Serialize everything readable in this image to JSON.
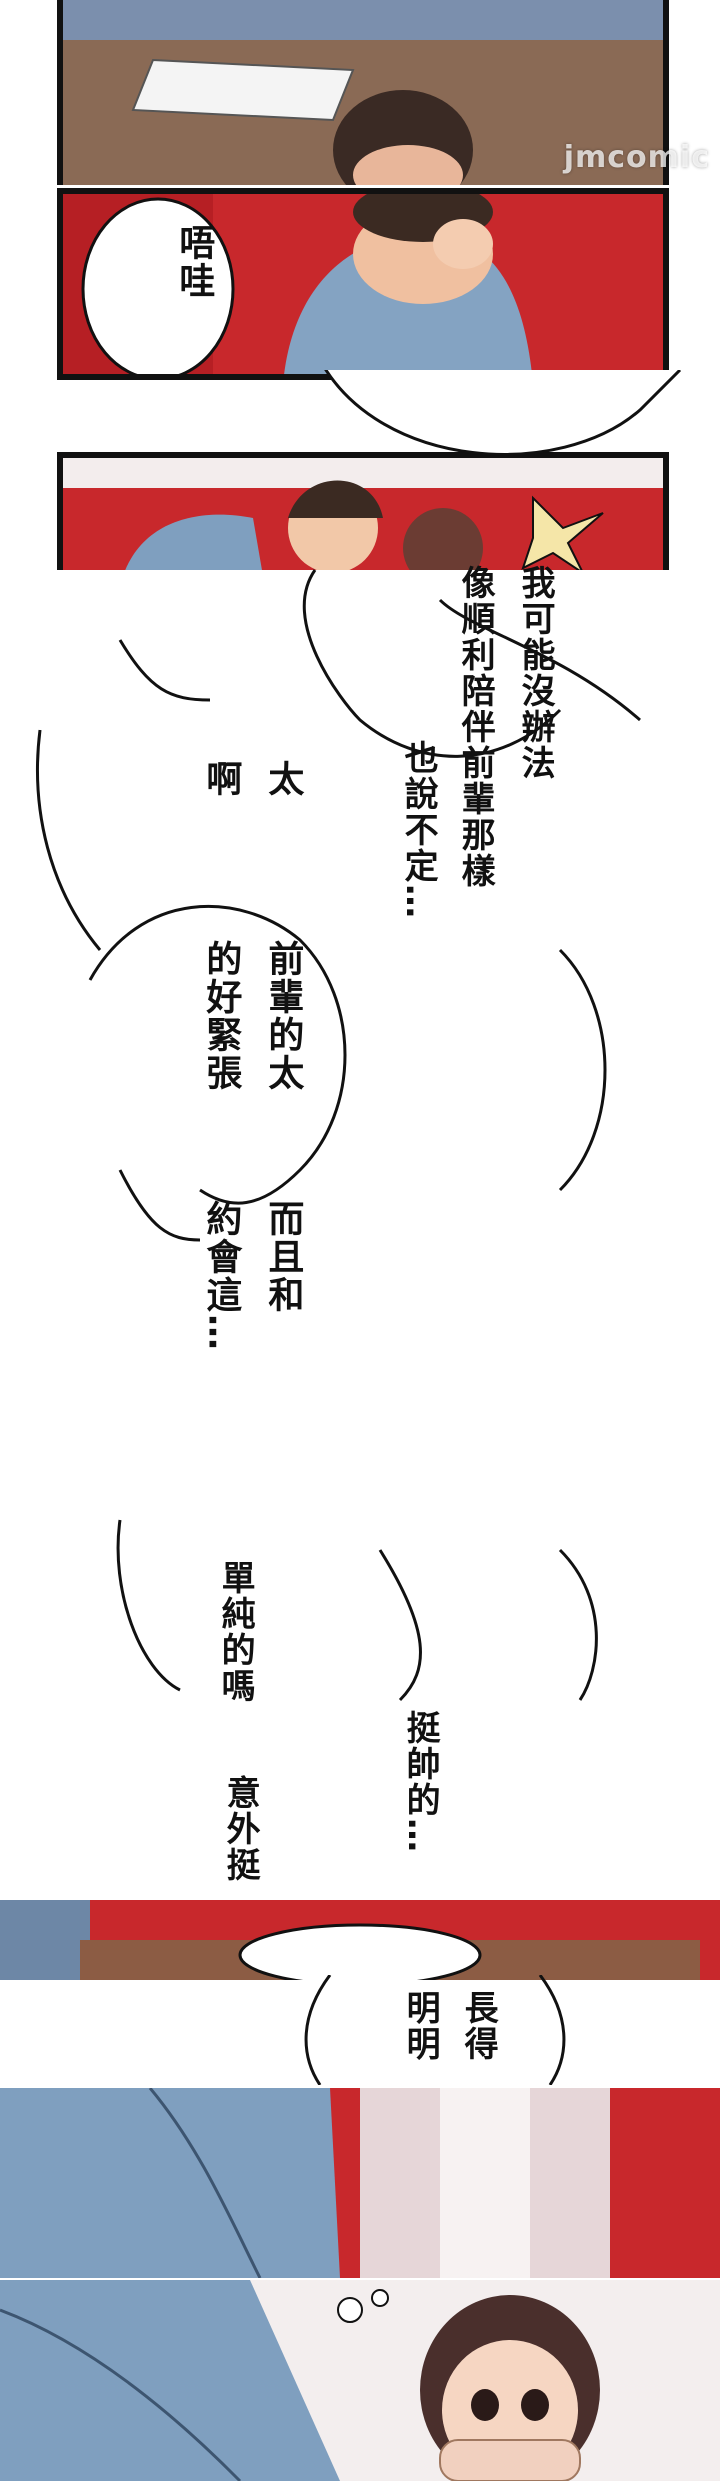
{
  "watermark": "jmcomic",
  "panels": {
    "p1": {
      "sfx": "唔哇"
    },
    "p2": {},
    "bubbles": {
      "b1_line1": "我可能沒辦法",
      "b1_line2": "像順利陪伴前輩那樣",
      "b1_line3": "也說不定…",
      "b2_line1": "太",
      "b2_line2": "啊",
      "b3_line1": "前輩的太",
      "b3_line2": "的好緊張",
      "b4_line1": "而且和",
      "b4_line2": "約會這…",
      "b5_line1": "單純的嗎",
      "b6_line1": "挺帥的…",
      "b7_line1": "意外挺",
      "b8_line1": "長得",
      "b8_line2": "明明"
    }
  },
  "colors": {
    "red_bg": "#c8282c",
    "dark_red": "#8d1c1f",
    "blue_shirt": "#7f9fbf",
    "skin": "#f2c8a8",
    "hair": "#3b2a22",
    "border": "#111111"
  }
}
